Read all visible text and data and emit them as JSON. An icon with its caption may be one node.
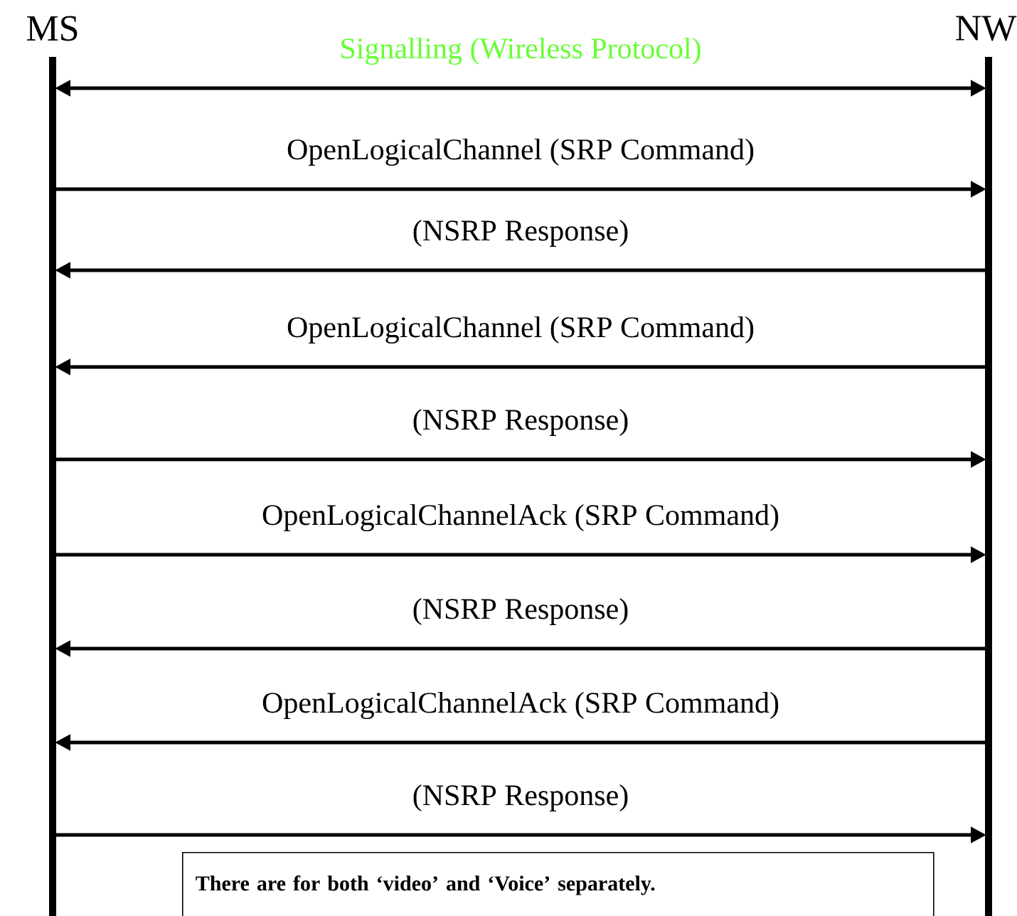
{
  "diagram": {
    "nodes": [
      {
        "text": [
          "MS"
        ]
      },
      {
        "text": [
          "NW"
        ]
      },
      {
        "text": [
          "There are for both ‘video’ and ‘Voice’ separately."
        ]
      }
    ],
    "edges": [
      {
        "from": 0,
        "to": 1,
        "arrow": "both",
        "label": "Signalling (Wireless Protocol)"
      },
      {
        "from": 0,
        "to": 1,
        "arrow": "to",
        "label": "OpenLogicalChannel (SRP Command)"
      },
      {
        "from": 1,
        "to": 0,
        "arrow": "to",
        "label": "(NSRP Response)"
      },
      {
        "from": 1,
        "to": 0,
        "arrow": "to",
        "label": "OpenLogicalChannel (SRP Command)"
      },
      {
        "from": 0,
        "to": 1,
        "arrow": "to",
        "label": "(NSRP Response)"
      },
      {
        "from": 0,
        "to": 1,
        "arrow": "to",
        "label": "OpenLogicalChannelAck (SRP Command)"
      },
      {
        "from": 1,
        "to": 0,
        "arrow": "to",
        "label": "(NSRP Response)"
      },
      {
        "from": 1,
        "to": 0,
        "arrow": "to",
        "label": "OpenLogicalChannelAck (SRP Command)"
      },
      {
        "from": 0,
        "to": 1,
        "arrow": "to",
        "label": "(NSRP Response)"
      }
    ]
  }
}
